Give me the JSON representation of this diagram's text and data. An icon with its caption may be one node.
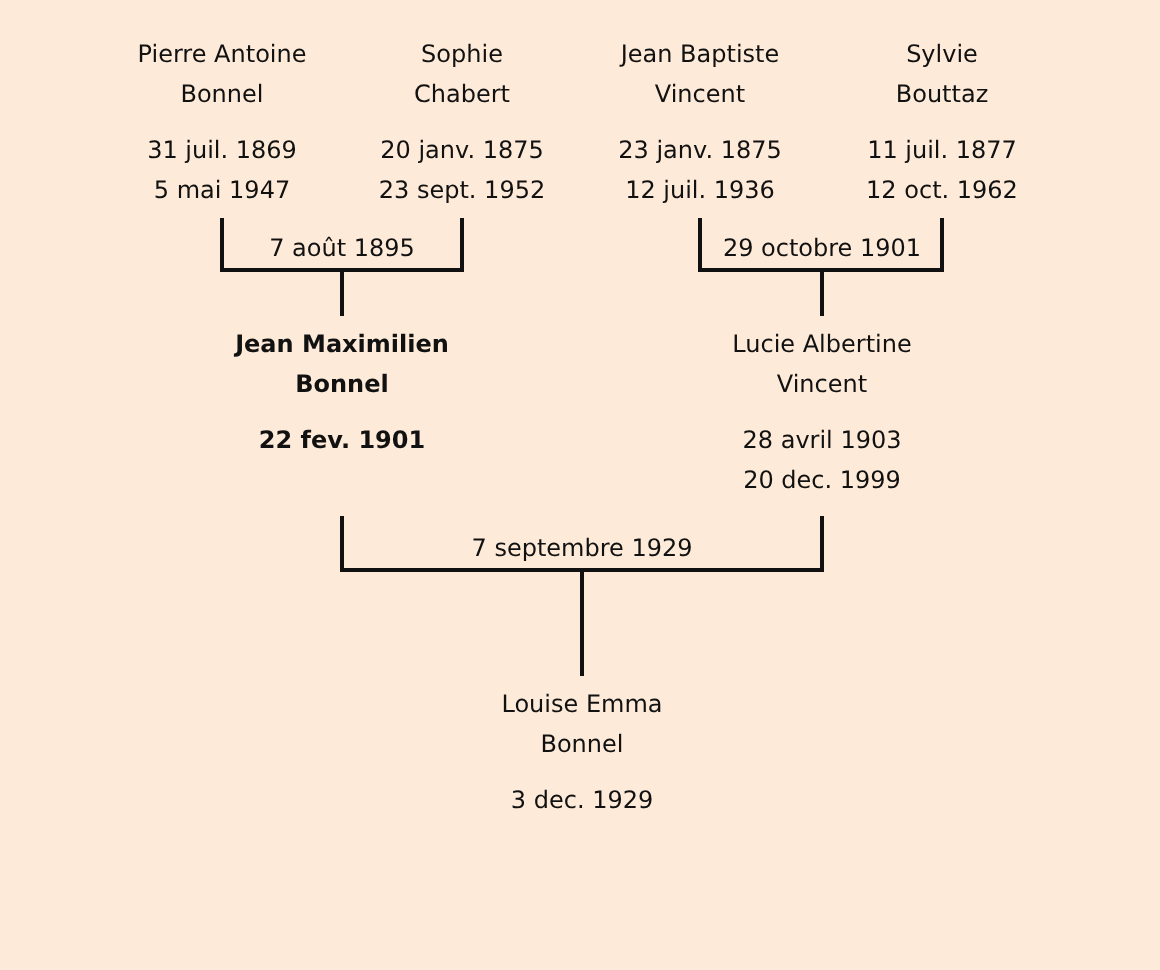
{
  "diagram": {
    "nodes": [
      {
        "text": [
          "Pierre Antoine Bonnel",
          "31 juil. 1869",
          "5 mai 1947"
        ]
      },
      {
        "text": [
          "Sophie Chabert",
          "20 janv. 1875",
          "23 sept. 1952"
        ]
      },
      {
        "text": [
          "Jean Baptiste Vincent",
          "23 janv. 1875",
          "12 juil. 1936"
        ]
      },
      {
        "text": [
          "Sylvie Bouttaz",
          "11 juil. 1877",
          "12 oct. 1962"
        ]
      },
      {
        "text": [
          "Jean Maximilien Bonnel",
          "22 fev. 1901"
        ]
      },
      {
        "text": [
          "Lucie Albertine Vincent",
          "28 avril 1903",
          "20 dec. 1999"
        ]
      },
      {
        "text": [
          "Louise Emma Bonnel",
          "3 dec. 1929"
        ]
      }
    ],
    "edges": [
      {
        "from": 0,
        "to": 4,
        "arrow": "none",
        "label": "7 août 1895"
      },
      {
        "from": 1,
        "to": 4,
        "arrow": "none"
      },
      {
        "from": 2,
        "to": 5,
        "arrow": "none",
        "label": "29 octobre 1901"
      },
      {
        "from": 3,
        "to": 5,
        "arrow": "none"
      },
      {
        "from": 4,
        "to": 6,
        "arrow": "none",
        "label": "7 septembre 1929"
      },
      {
        "from": 5,
        "to": 6,
        "arrow": "none"
      }
    ]
  }
}
